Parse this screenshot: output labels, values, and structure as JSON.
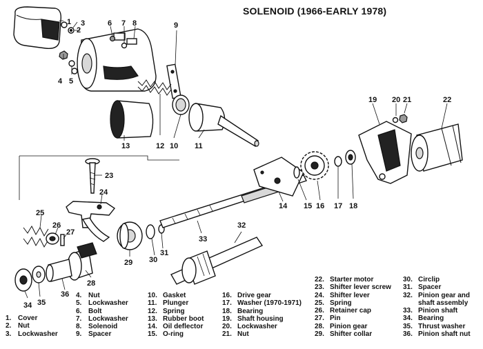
{
  "title": "SOLENOID (1966-EARLY 1978)",
  "callout_numbers": [
    "1",
    "2",
    "3",
    "4",
    "5",
    "6",
    "7",
    "8",
    "9",
    "10",
    "11",
    "12",
    "13",
    "14",
    "15",
    "16",
    "17",
    "18",
    "19",
    "20",
    "21",
    "22",
    "23",
    "24",
    "25",
    "26",
    "27",
    "28",
    "29",
    "30",
    "31",
    "32",
    "33",
    "34",
    "35",
    "36"
  ],
  "legend": {
    "col1": [
      {
        "num": "1.",
        "text": "Cover"
      },
      {
        "num": "2.",
        "text": "Nut"
      },
      {
        "num": "3.",
        "text": "Lockwasher"
      }
    ],
    "col2": [
      {
        "num": "4.",
        "text": "Nut"
      },
      {
        "num": "5.",
        "text": "Lockwasher"
      },
      {
        "num": "6.",
        "text": "Bolt"
      },
      {
        "num": "7.",
        "text": "Lockwasher"
      },
      {
        "num": "8.",
        "text": "Solenoid"
      },
      {
        "num": "9.",
        "text": "Spacer"
      }
    ],
    "col3": [
      {
        "num": "10.",
        "text": "Gasket"
      },
      {
        "num": "11.",
        "text": "Plunger"
      },
      {
        "num": "12.",
        "text": "Spring"
      },
      {
        "num": "13.",
        "text": "Rubber boot"
      },
      {
        "num": "14.",
        "text": "Oil deflector"
      },
      {
        "num": "15.",
        "text": "O-ring"
      }
    ],
    "col4": [
      {
        "num": "16.",
        "text": "Drive gear"
      },
      {
        "num": "17.",
        "text": "Washer (1970-1971)"
      },
      {
        "num": "18.",
        "text": "Bearing"
      },
      {
        "num": "19.",
        "text": "Shaft housing"
      },
      {
        "num": "20.",
        "text": "Lockwasher"
      },
      {
        "num": "21.",
        "text": "Nut"
      }
    ],
    "col5": [
      {
        "num": "22.",
        "text": "Starter motor"
      },
      {
        "num": "23.",
        "text": "Shifter lever screw"
      },
      {
        "num": "24.",
        "text": "Shifter lever"
      },
      {
        "num": "25.",
        "text": "Spring"
      },
      {
        "num": "26.",
        "text": "Retainer cap"
      },
      {
        "num": "27.",
        "text": "Pin"
      },
      {
        "num": "28.",
        "text": "Pinion gear"
      },
      {
        "num": "29.",
        "text": "Shifter collar"
      }
    ],
    "col6": [
      {
        "num": "30.",
        "text": "Circlip"
      },
      {
        "num": "31.",
        "text": "Spacer"
      },
      {
        "num": "32.",
        "text": "Pinion gear and"
      },
      {
        "num": "",
        "text": "shaft assembly"
      },
      {
        "num": "33.",
        "text": "Pinion shaft"
      },
      {
        "num": "34.",
        "text": "Bearing"
      },
      {
        "num": "35.",
        "text": "Thrust washer"
      },
      {
        "num": "36.",
        "text": "Pinion shaft nut"
      }
    ]
  }
}
